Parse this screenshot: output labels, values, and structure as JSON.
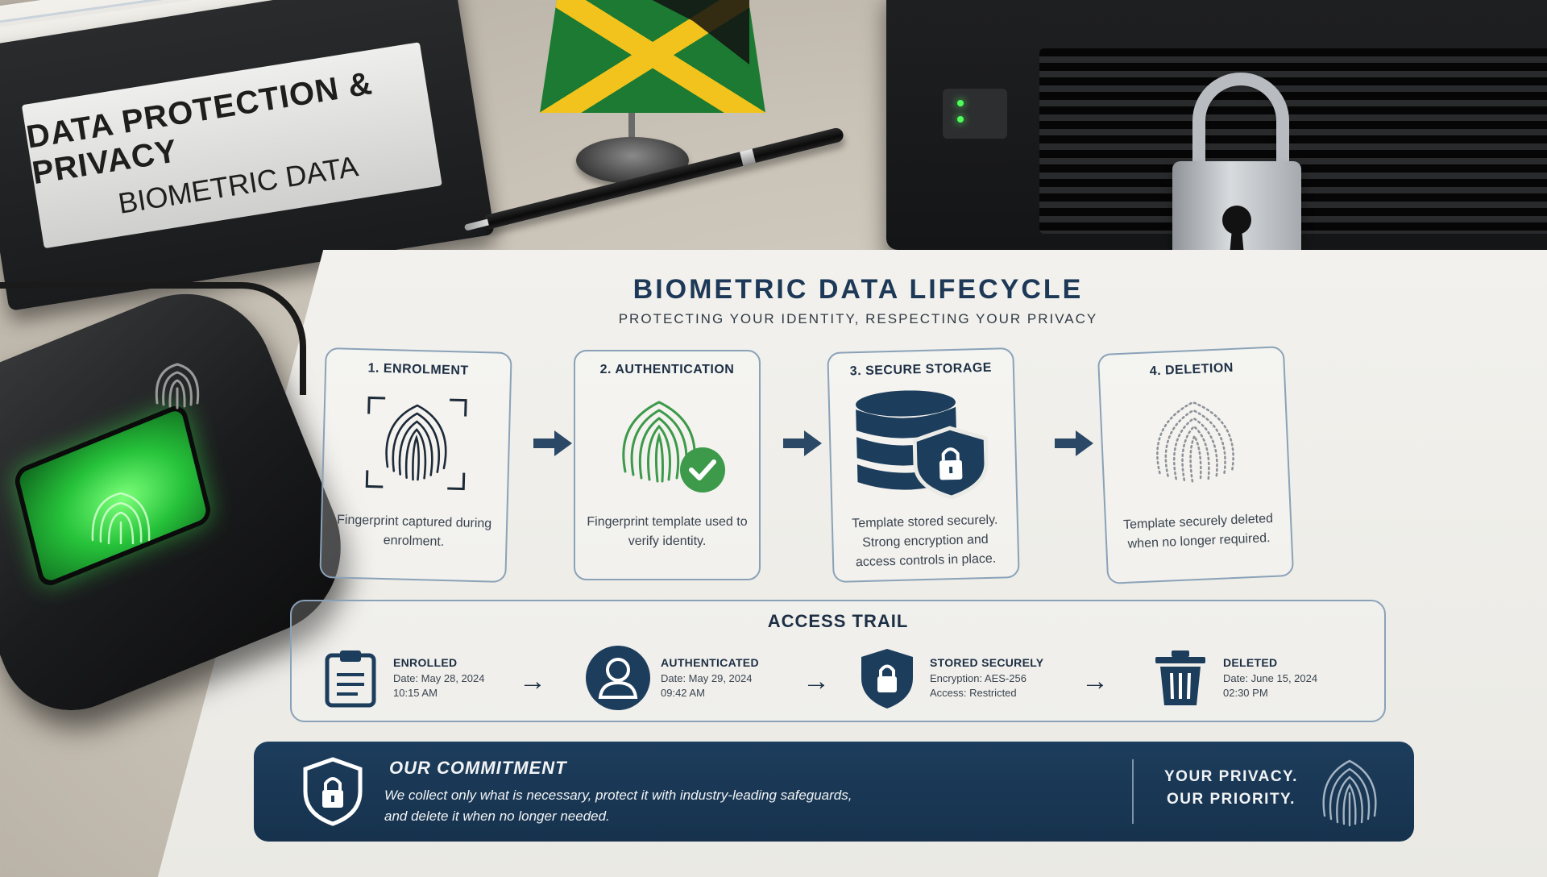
{
  "binder": {
    "line1": "DATA PROTECTION & PRIVACY",
    "line2": "BIOMETRIC DATA"
  },
  "document": {
    "title": "BIOMETRIC DATA LIFECYCLE",
    "subtitle": "PROTECTING YOUR IDENTITY, RESPECTING YOUR PRIVACY",
    "stages": [
      {
        "title": "1. ENROLMENT",
        "icon": "fingerprint-scan-icon",
        "desc": "Fingerprint captured during enrolment."
      },
      {
        "title": "2. AUTHENTICATION",
        "icon": "fingerprint-check-icon",
        "desc": "Fingerprint template used to verify identity."
      },
      {
        "title": "3. SECURE STORAGE",
        "icon": "database-shield-icon",
        "desc": "Template stored securely. Strong encryption and access controls in place."
      },
      {
        "title": "4. DELETION",
        "icon": "fingerprint-faded-icon",
        "desc": "Template securely deleted when no longer required."
      }
    ],
    "trail": {
      "title": "ACCESS TRAIL",
      "events": [
        {
          "label": "ENROLLED",
          "line1": "Date:  May 28, 2024",
          "line2": "10:15 AM",
          "icon": "clipboard-icon"
        },
        {
          "label": "AUTHENTICATED",
          "line1": "Date:  May 29, 2024",
          "line2": "09:42 AM",
          "icon": "user-icon"
        },
        {
          "label": "STORED SECURELY",
          "line1": "Encryption:  AES-256",
          "line2": "Access:  Restricted",
          "icon": "shield-lock-icon"
        },
        {
          "label": "DELETED",
          "line1": "Date:  June 15, 2024",
          "line2": "02:30 PM",
          "icon": "trash-icon"
        }
      ]
    },
    "commitment": {
      "title": "OUR COMMITMENT",
      "line1": "We collect only what is necessary, protect it with industry-leading safeguards,",
      "line2": "and delete it when no longer needed.",
      "slogan1": "YOUR PRIVACY.",
      "slogan2": "OUR PRIORITY."
    }
  },
  "colors": {
    "navy": "#1d3d5c",
    "accent_green": "#3d9a4a",
    "frame_blue": "#8aa2b8"
  }
}
